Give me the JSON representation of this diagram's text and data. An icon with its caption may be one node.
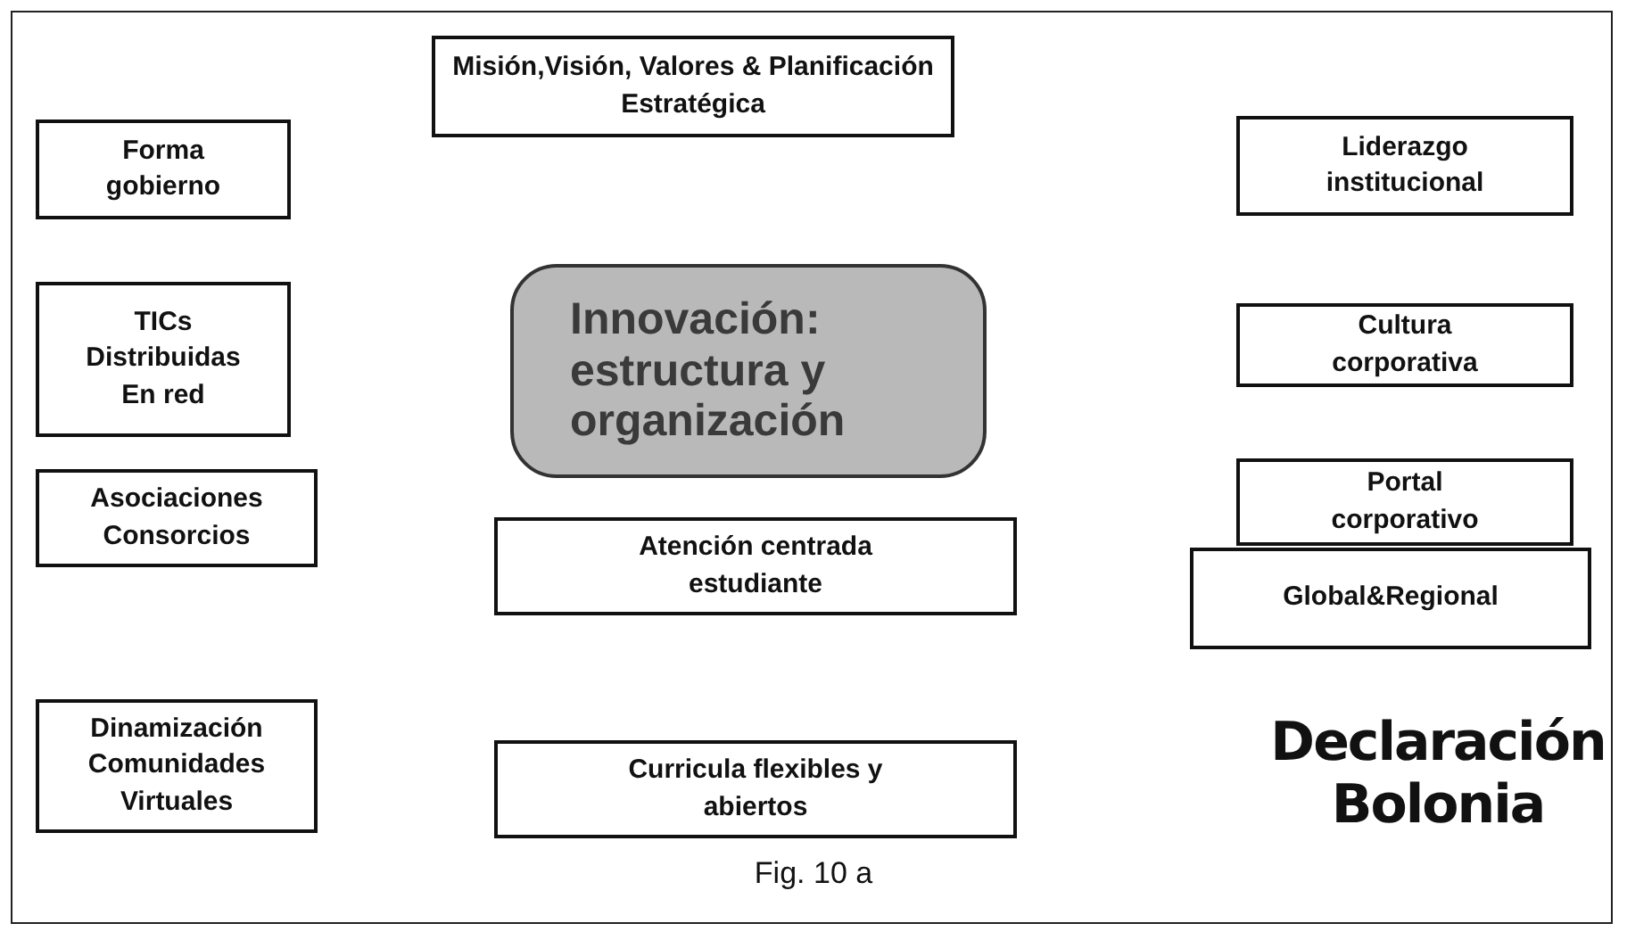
{
  "diagram": {
    "caption": "Fig. 10 a",
    "nodes": [
      {
        "text": [
          "Misión,Visión, Valores & Planificación Estratégica"
        ]
      },
      {
        "text": [
          "Forma gobierno"
        ]
      },
      {
        "text": [
          "Liderazgo institucional"
        ]
      },
      {
        "text": [
          "Innovación: estructura y organización"
        ]
      },
      {
        "text": [
          "TICs Distribuidas En red"
        ]
      },
      {
        "text": [
          "Cultura corporativa"
        ]
      },
      {
        "text": [
          "Portal corporativo"
        ]
      },
      {
        "text": [
          "Asociaciones Consorcios"
        ]
      },
      {
        "text": [
          "Atención centrada estudiante"
        ]
      },
      {
        "text": [
          "Global&Regional"
        ]
      },
      {
        "text": [
          "Dinamización Comunidades Virtuales"
        ]
      },
      {
        "text": [
          "Curricula flexibles y abiertos"
        ]
      }
    ],
    "labels": [
      "Declaración Bolonia"
    ]
  }
}
